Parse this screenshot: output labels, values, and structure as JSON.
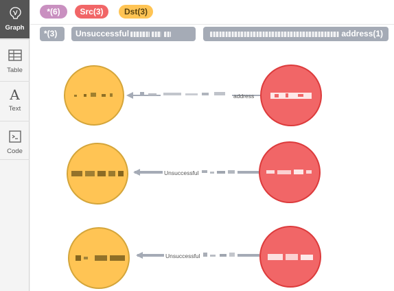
{
  "sidebar": {
    "items": [
      {
        "label": "Graph",
        "icon": "graph-icon",
        "active": true
      },
      {
        "label": "Table",
        "icon": "table-icon",
        "active": false
      },
      {
        "label": "Text",
        "icon": "text-icon",
        "glyph": "A",
        "active": false
      },
      {
        "label": "Code",
        "icon": "code-icon",
        "active": false
      }
    ]
  },
  "legend": {
    "all": {
      "label": "*(6)",
      "color": "#c990c0"
    },
    "src": {
      "label": "Src(3)",
      "color": "#f16667"
    },
    "dst": {
      "label": "Dst(3)",
      "color": "#ffc454"
    }
  },
  "relationships": {
    "all": "*(3)",
    "unsuccessful": "Unsuccessful",
    "address": "address(1)"
  },
  "graph": {
    "src_color": "#f16667",
    "src_border": "#dc3b3c",
    "dst_color": "#ffc454",
    "dst_border": "#d4a53a",
    "edge_color": "#a5abb6",
    "edges": [
      {
        "caption": "address"
      },
      {
        "caption": "Unsuccessful"
      },
      {
        "caption": "Unsuccessful"
      }
    ]
  }
}
